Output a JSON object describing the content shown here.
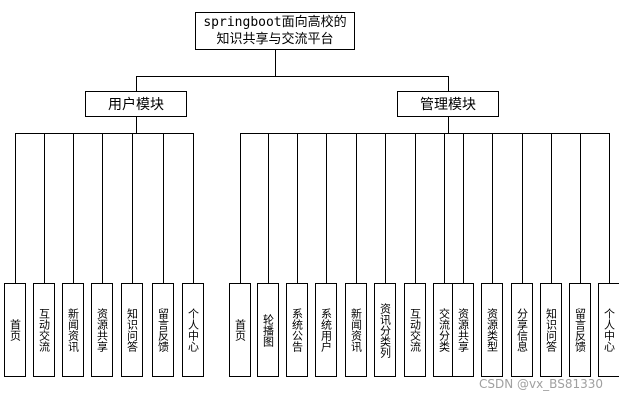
{
  "root": {
    "label": "springboot面向高校的知识共享与交流平台"
  },
  "modules": [
    {
      "label": "用户模块",
      "children": [
        "首页",
        "互动交流",
        "新闻资讯",
        "资源共享",
        "知识问答",
        "留言反馈",
        "个人中心"
      ]
    },
    {
      "label": "管理模块",
      "children": [
        "首页",
        "轮播图",
        "系统公告",
        "系统用户",
        "新闻资讯",
        "资讯分类列",
        "互动交流",
        "交流分类",
        "资源共享",
        "资源类型",
        "分享信息",
        "知识问答",
        "留言反馈",
        "个人中心"
      ]
    }
  ],
  "watermark": "CSDN @vx_BS81330"
}
